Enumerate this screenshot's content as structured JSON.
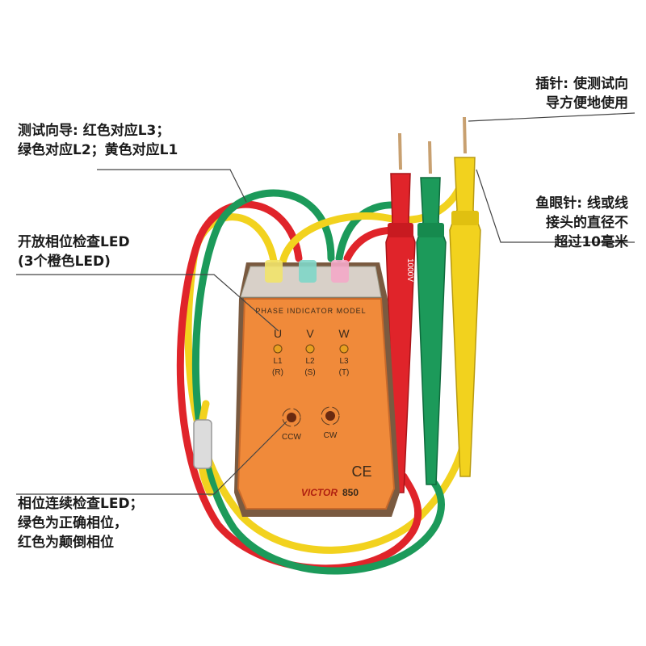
{
  "colors": {
    "housing": "#f08a3a",
    "housing_shadow": "#c8692a",
    "wire_red": "#e0242a",
    "wire_green": "#1c9a5a",
    "wire_yellow": "#f2d21e",
    "annotation_line": "#444444"
  },
  "callouts": {
    "plug_pin": {
      "line1": "插针: 使测试向",
      "line2": "导方便地使用"
    },
    "test_leads": {
      "line1": "测试向导: 红色对应L3；",
      "line2": "绿色对应L2；黄色对应L1"
    },
    "fisheye_pin": {
      "line1": "鱼眼针: 线或线",
      "line2": "接头的直径不",
      "line3": "超过10毫米"
    },
    "open_phase_led": {
      "line1": "开放相位检查LED",
      "line2": "(3个橙色LED)"
    },
    "phase_sequence_led": {
      "line1": "相位连续检查LED；",
      "line2": "绿色为正确相位，",
      "line3": "红色为颠倒相位"
    }
  },
  "device": {
    "model_title": "PHASE INDICATOR MODEL",
    "phases": [
      {
        "letter": "U",
        "line": "L1",
        "code": "(R)"
      },
      {
        "letter": "V",
        "line": "L2",
        "code": "(S)"
      },
      {
        "letter": "W",
        "line": "L3",
        "code": "(T)"
      }
    ],
    "rotation": [
      {
        "label": "CCW"
      },
      {
        "label": "CW"
      }
    ],
    "ce_mark": "CE",
    "brand": "VICTOR",
    "model_number": "850",
    "probe_rating": "1000V"
  }
}
